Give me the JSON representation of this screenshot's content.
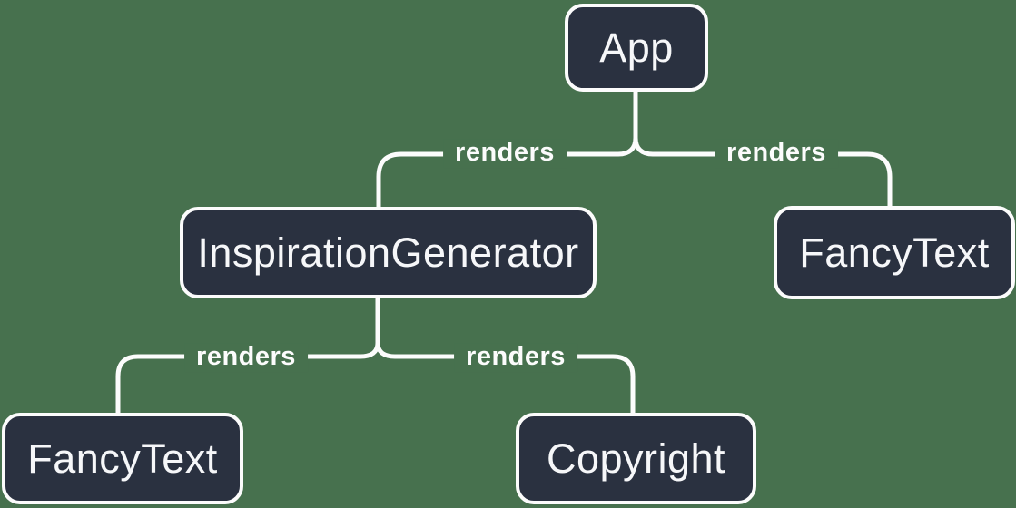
{
  "colors": {
    "background": "#47714E",
    "node_fill": "#2A3140",
    "node_stroke": "#FCFCFC",
    "node_text": "#F6F7F9",
    "line": "#FCFCFC"
  },
  "diagram": {
    "type": "render-tree",
    "nodes": [
      {
        "id": "app",
        "label": "App"
      },
      {
        "id": "inspiration-generator",
        "label": "InspirationGenerator"
      },
      {
        "id": "fancy-text-right",
        "label": "FancyText"
      },
      {
        "id": "fancy-text-left",
        "label": "FancyText"
      },
      {
        "id": "copyright",
        "label": "Copyright"
      }
    ],
    "edges": [
      {
        "from": "App",
        "to": "InspirationGenerator",
        "label": "renders"
      },
      {
        "from": "App",
        "to": "FancyText",
        "label": "renders"
      },
      {
        "from": "InspirationGenerator",
        "to": "FancyText",
        "label": "renders"
      },
      {
        "from": "InspirationGenerator",
        "to": "Copyright",
        "label": "renders"
      }
    ]
  }
}
